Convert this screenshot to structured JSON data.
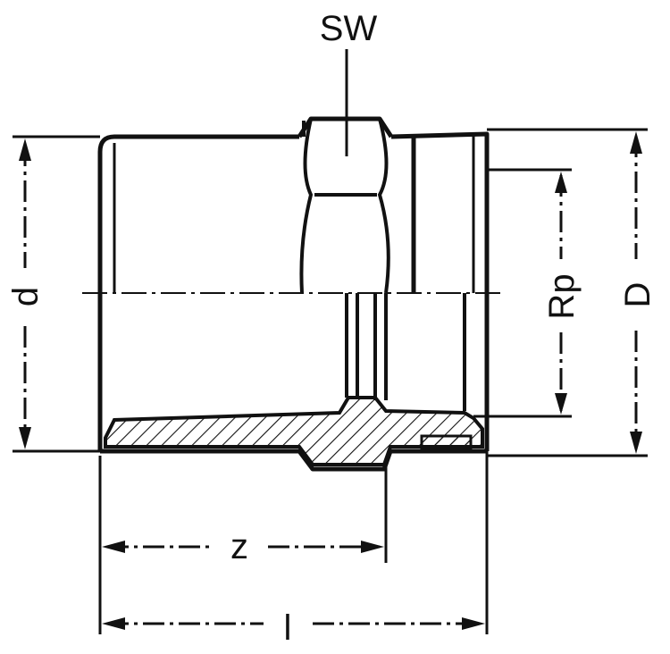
{
  "labels": {
    "sw": "SW",
    "d": "d",
    "rp": "Rp",
    "D": "D",
    "z": "z",
    "l": "l"
  },
  "colors": {
    "line": "#111111",
    "background": "#ffffff"
  }
}
